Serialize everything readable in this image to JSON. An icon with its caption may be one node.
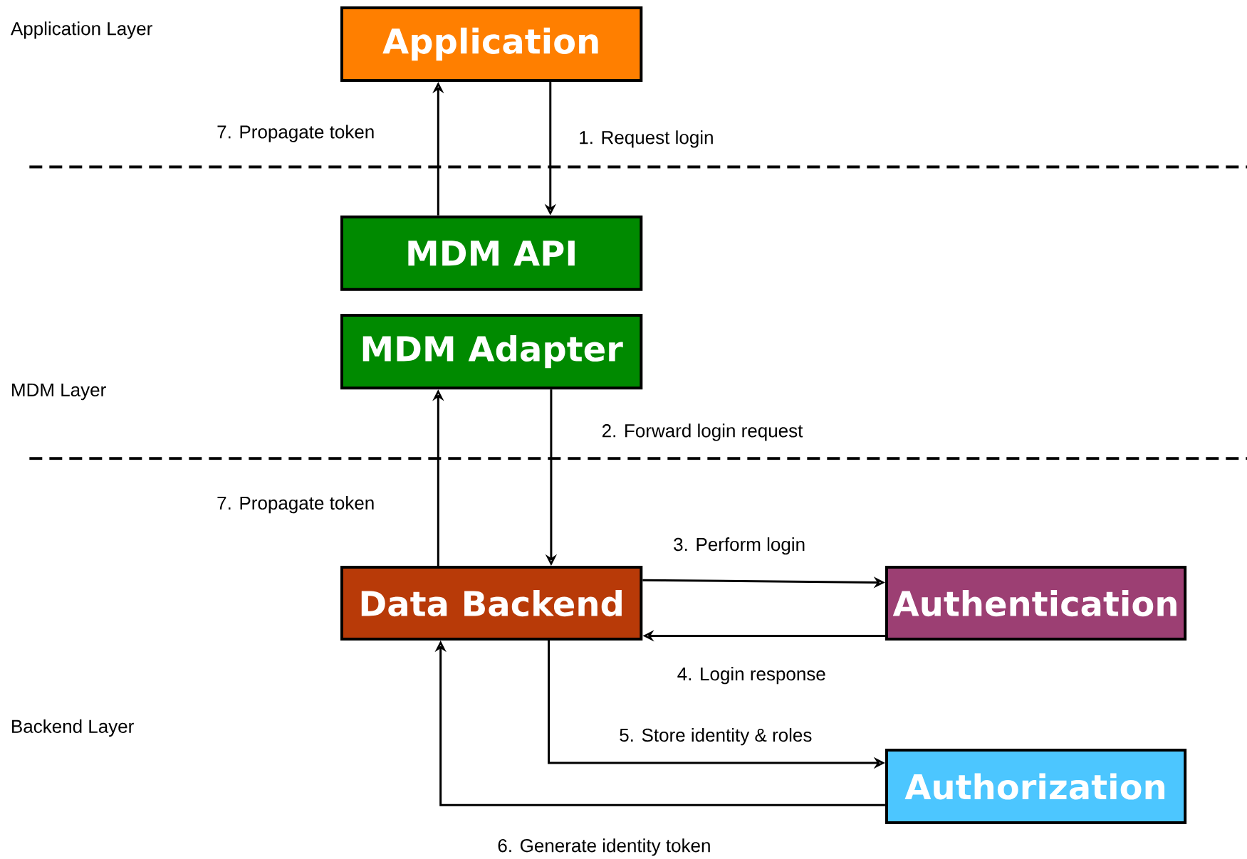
{
  "diagram": {
    "nodes": [
      {
        "text": [
          "Application"
        ]
      },
      {
        "text": [
          "MDM API"
        ]
      },
      {
        "text": [
          "MDM Adapter"
        ]
      },
      {
        "text": [
          "Data Backend"
        ]
      },
      {
        "text": [
          "Authentication"
        ]
      },
      {
        "text": [
          "Authorization"
        ]
      }
    ],
    "edges": [
      {
        "from": 0,
        "to": 1,
        "arrow": "to",
        "label": "1. Request login"
      },
      {
        "from": 1,
        "to": 0,
        "arrow": "to",
        "label": "7. Propagate token"
      },
      {
        "from": 2,
        "to": 3,
        "arrow": "to",
        "label": "2. Forward login request"
      },
      {
        "from": 3,
        "to": 2,
        "arrow": "to",
        "label": "7. Propagate token"
      },
      {
        "from": 3,
        "to": 4,
        "arrow": "to",
        "label": "3. Perform login"
      },
      {
        "from": 4,
        "to": 3,
        "arrow": "to",
        "label": "4. Login response"
      },
      {
        "from": 3,
        "to": 5,
        "arrow": "to",
        "label": "5. Store identity & roles"
      },
      {
        "from": 5,
        "to": 3,
        "arrow": "to",
        "label": "6. Generate identity token"
      }
    ],
    "labels": [
      "Application Layer",
      "MDM Layer",
      "Backend Layer"
    ]
  }
}
